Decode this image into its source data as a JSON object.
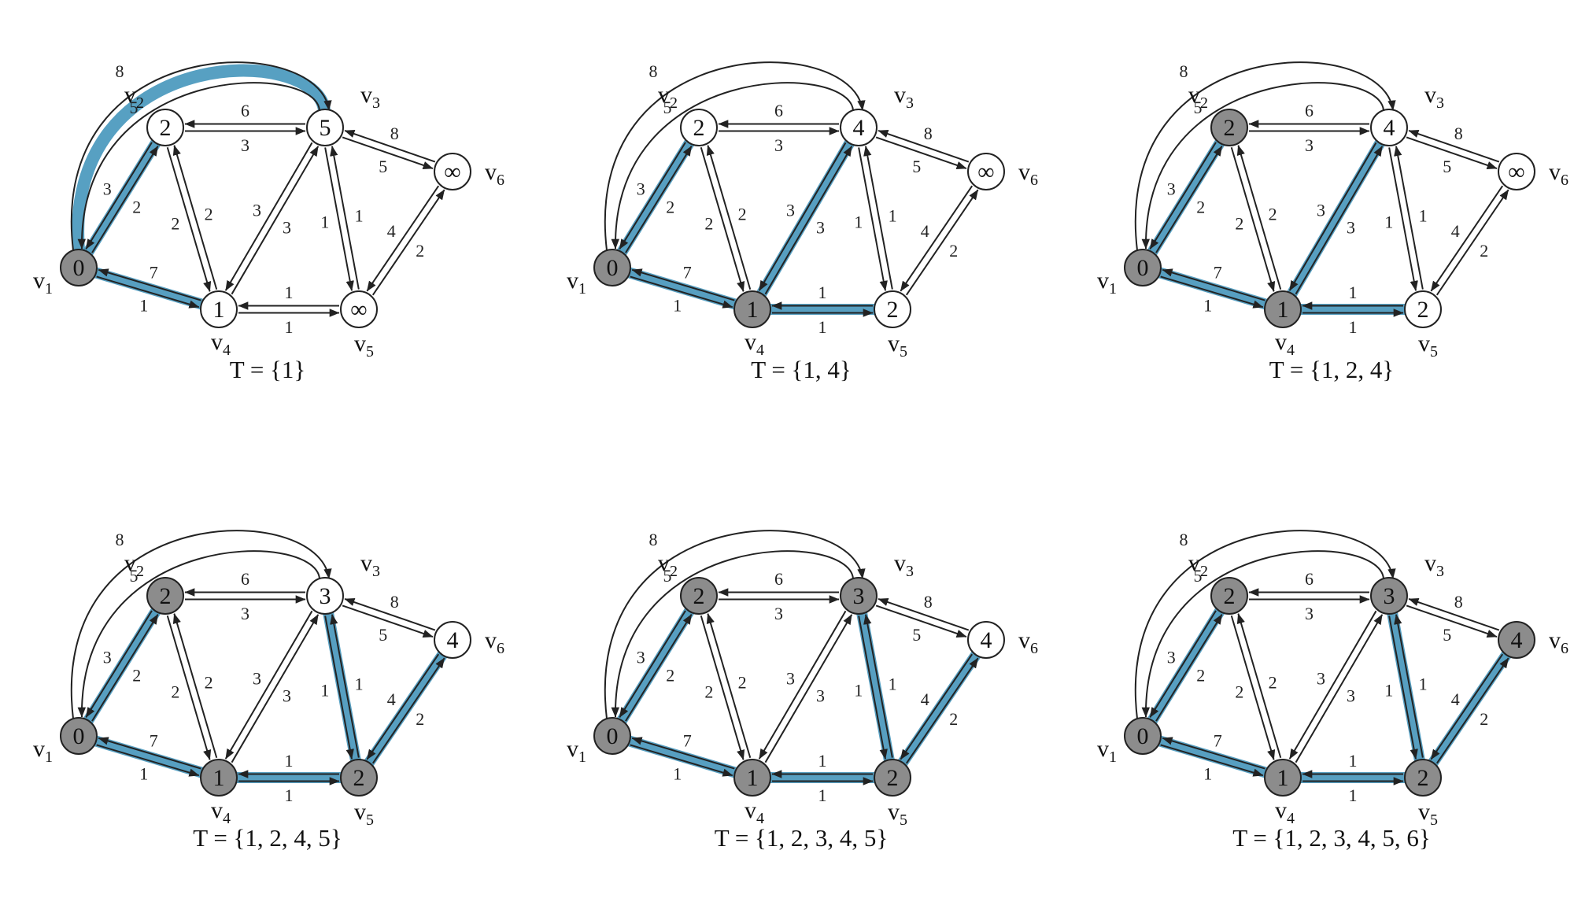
{
  "colors": {
    "highlight": "#3a8fb7",
    "edge": "#222222",
    "visited_fill": "#8c8c8c",
    "unvisited_fill": "#ffffff"
  },
  "vertex_names": [
    "v1",
    "v2",
    "v3",
    "v4",
    "v5",
    "v6"
  ],
  "edges": [
    {
      "from": "v1",
      "to": "v2",
      "weight": "2"
    },
    {
      "from": "v2",
      "to": "v1",
      "weight": "3"
    },
    {
      "from": "v1",
      "to": "v3",
      "weight": "8"
    },
    {
      "from": "v3",
      "to": "v1",
      "weight": "5"
    },
    {
      "from": "v1",
      "to": "v4",
      "weight": "1"
    },
    {
      "from": "v4",
      "to": "v1",
      "weight": "7"
    },
    {
      "from": "v2",
      "to": "v3",
      "weight": "3"
    },
    {
      "from": "v3",
      "to": "v2",
      "weight": "6"
    },
    {
      "from": "v2",
      "to": "v4",
      "weight": "2"
    },
    {
      "from": "v4",
      "to": "v2",
      "weight": "2"
    },
    {
      "from": "v3",
      "to": "v4",
      "weight": "3"
    },
    {
      "from": "v4",
      "to": "v3",
      "weight": "3"
    },
    {
      "from": "v3",
      "to": "v5",
      "weight": "1"
    },
    {
      "from": "v5",
      "to": "v3",
      "weight": "1"
    },
    {
      "from": "v3",
      "to": "v6",
      "weight": "5"
    },
    {
      "from": "v6",
      "to": "v3",
      "weight": "8"
    },
    {
      "from": "v4",
      "to": "v5",
      "weight": "1"
    },
    {
      "from": "v5",
      "to": "v4",
      "weight": "1"
    },
    {
      "from": "v5",
      "to": "v6",
      "weight": "2"
    },
    {
      "from": "v6",
      "to": "v5",
      "weight": "4"
    }
  ],
  "panels": [
    {
      "caption": "T = {1}",
      "distances": {
        "v1": "0",
        "v2": "2",
        "v3": "5",
        "v4": "1",
        "v5": "∞",
        "v6": "∞"
      },
      "visited": [
        "v1"
      ],
      "tree_edges": [
        [
          "v1",
          "v2"
        ],
        [
          "v1",
          "v4"
        ],
        [
          "v1",
          "v3"
        ]
      ]
    },
    {
      "caption": "T = {1, 4}",
      "distances": {
        "v1": "0",
        "v2": "2",
        "v3": "4",
        "v4": "1",
        "v5": "2",
        "v6": "∞"
      },
      "visited": [
        "v1",
        "v4"
      ],
      "tree_edges": [
        [
          "v1",
          "v2"
        ],
        [
          "v1",
          "v4"
        ],
        [
          "v4",
          "v3"
        ],
        [
          "v4",
          "v5"
        ]
      ]
    },
    {
      "caption": "T = {1, 2, 4}",
      "distances": {
        "v1": "0",
        "v2": "2",
        "v3": "4",
        "v4": "1",
        "v5": "2",
        "v6": "∞"
      },
      "visited": [
        "v1",
        "v2",
        "v4"
      ],
      "tree_edges": [
        [
          "v1",
          "v2"
        ],
        [
          "v1",
          "v4"
        ],
        [
          "v4",
          "v3"
        ],
        [
          "v4",
          "v5"
        ]
      ]
    },
    {
      "caption": "T = {1, 2, 4, 5}",
      "distances": {
        "v1": "0",
        "v2": "2",
        "v3": "3",
        "v4": "1",
        "v5": "2",
        "v6": "4"
      },
      "visited": [
        "v1",
        "v2",
        "v4",
        "v5"
      ],
      "tree_edges": [
        [
          "v1",
          "v2"
        ],
        [
          "v1",
          "v4"
        ],
        [
          "v4",
          "v5"
        ],
        [
          "v5",
          "v3"
        ],
        [
          "v5",
          "v6"
        ]
      ]
    },
    {
      "caption": "T = {1, 2, 3, 4, 5}",
      "distances": {
        "v1": "0",
        "v2": "2",
        "v3": "3",
        "v4": "1",
        "v5": "2",
        "v6": "4"
      },
      "visited": [
        "v1",
        "v2",
        "v3",
        "v4",
        "v5"
      ],
      "tree_edges": [
        [
          "v1",
          "v2"
        ],
        [
          "v1",
          "v4"
        ],
        [
          "v4",
          "v5"
        ],
        [
          "v5",
          "v3"
        ],
        [
          "v5",
          "v6"
        ]
      ]
    },
    {
      "caption": "T = {1, 2, 3, 4, 5, 6}",
      "distances": {
        "v1": "0",
        "v2": "2",
        "v3": "3",
        "v4": "1",
        "v5": "2",
        "v6": "4"
      },
      "visited": [
        "v1",
        "v2",
        "v3",
        "v4",
        "v5",
        "v6"
      ],
      "tree_edges": [
        [
          "v1",
          "v2"
        ],
        [
          "v1",
          "v4"
        ],
        [
          "v4",
          "v5"
        ],
        [
          "v5",
          "v3"
        ],
        [
          "v5",
          "v6"
        ]
      ]
    }
  ]
}
